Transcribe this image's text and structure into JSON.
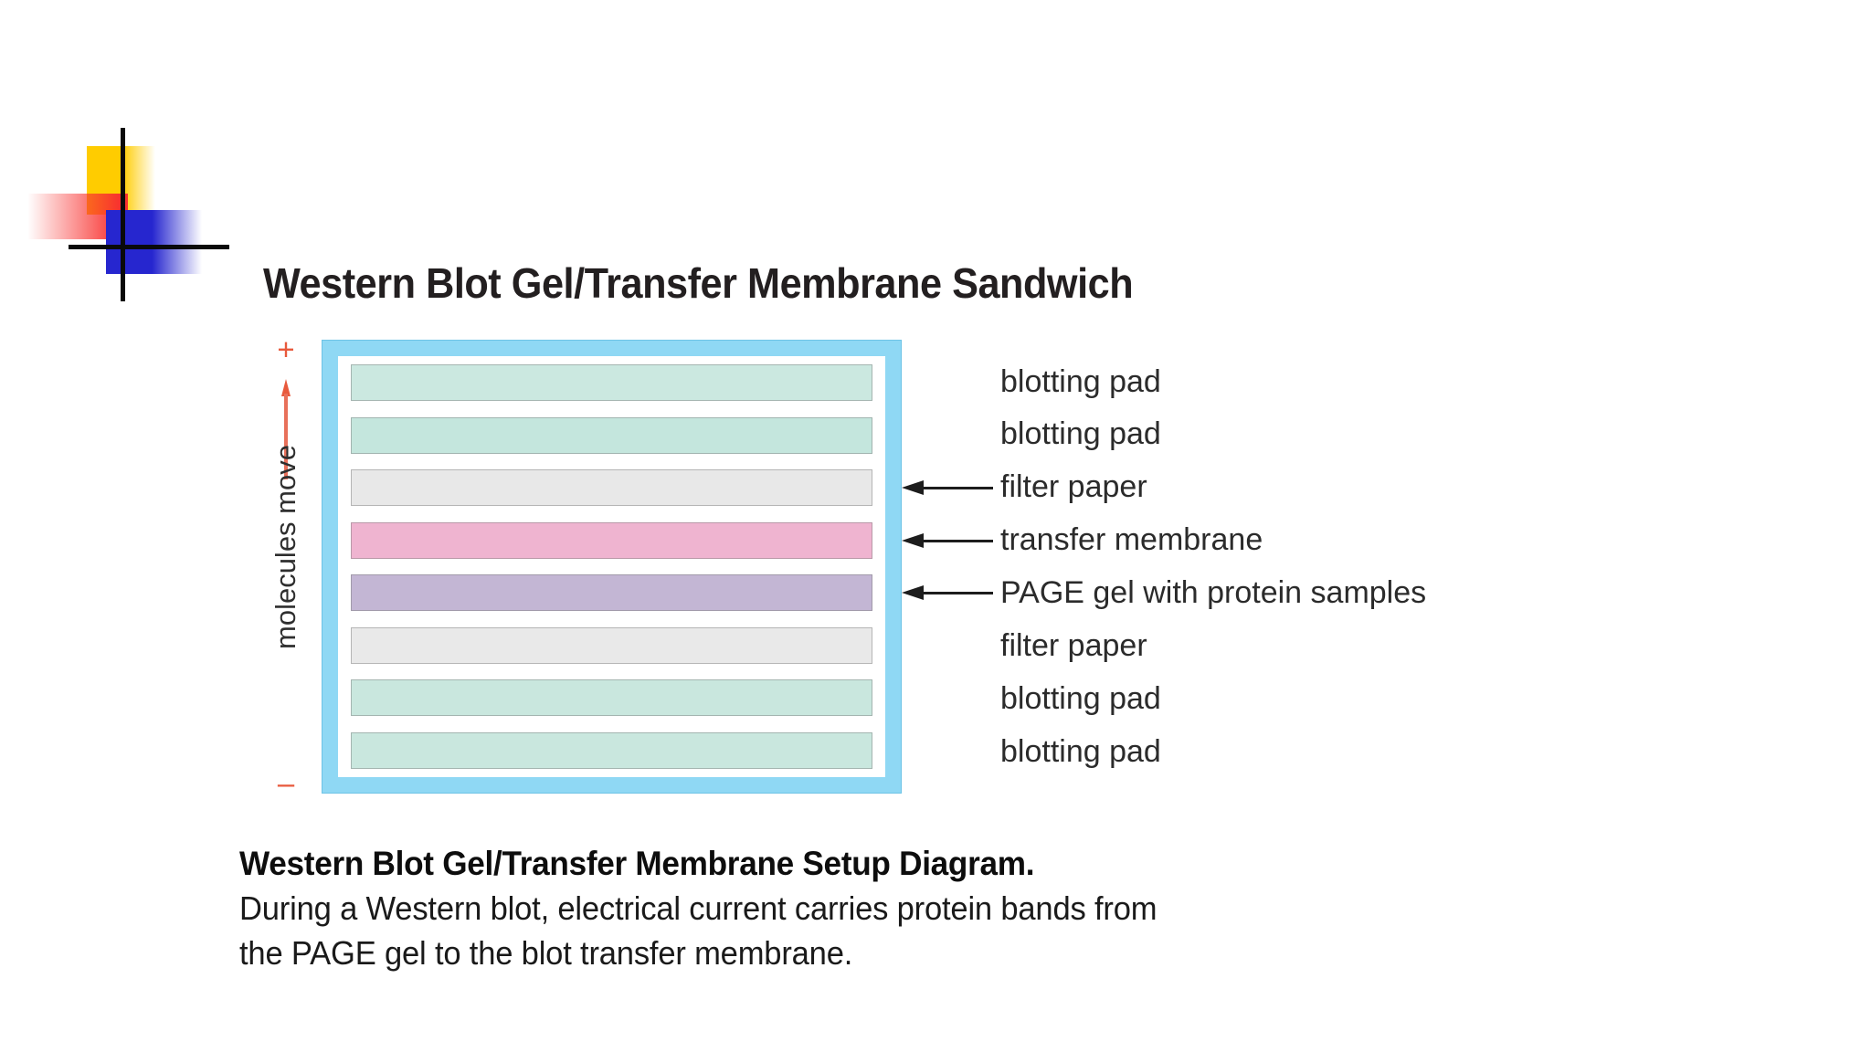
{
  "title": "Western Blot Gel/Transfer Membrane Sandwich",
  "logo": {
    "name": "decorative-logo",
    "colors": {
      "yellow": "#ffcc00",
      "red": "#f8312f",
      "blue": "#2626cf",
      "crosshair": "#0a0a0a"
    }
  },
  "diagram": {
    "axis": {
      "positive_electrode": "+",
      "negative_electrode": "–",
      "direction_label": "molecules move",
      "arrow_direction": "up",
      "accent_color": "#e8593c"
    },
    "cassette": {
      "frame_color": "#8fd8f4",
      "inner_color": "#ffffff"
    },
    "layers": [
      {
        "label": "blotting pad",
        "color": "#cbe8e0",
        "has_arrow": false
      },
      {
        "label": "blotting pad",
        "color": "#c4e6dd",
        "has_arrow": false
      },
      {
        "label": "filter paper",
        "color": "#e8e8e8",
        "has_arrow": true
      },
      {
        "label": "transfer membrane",
        "color": "#efb4d0",
        "has_arrow": true
      },
      {
        "label": "PAGE gel with protein samples",
        "color": "#c3b6d4",
        "has_arrow": true
      },
      {
        "label": "filter paper",
        "color": "#e9e9e9",
        "has_arrow": false
      },
      {
        "label": "blotting pad",
        "color": "#c9e7de",
        "has_arrow": false
      },
      {
        "label": "blotting pad",
        "color": "#c9e7de",
        "has_arrow": false
      }
    ]
  },
  "caption": {
    "heading": "Western Blot Gel/Transfer Membrane Setup Diagram.",
    "line1": "During a Western blot, electrical current carries protein bands from",
    "line2": "the PAGE gel to the blot transfer membrane."
  }
}
